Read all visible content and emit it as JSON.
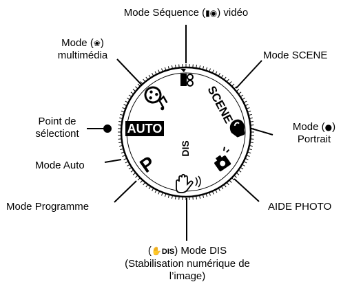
{
  "dial": {
    "modes": {
      "auto": "AUTO",
      "program": "P",
      "scene": "SCENE",
      "dis": "DIS"
    }
  },
  "labels": {
    "video": {
      "before": "Mode Séquence (",
      "after": ") vidéo"
    },
    "multimedia": {
      "line1_before": "Mode (",
      "line1_after": ")",
      "line2": "multimédia"
    },
    "scene": "Mode SCENE",
    "selection_point": {
      "line1": "Point de",
      "line2": "sélectiont"
    },
    "portrait": {
      "line1_before": "Mode (",
      "line1_after": ")",
      "line2": "Portrait"
    },
    "auto": "Mode Auto",
    "program": "Mode Programme",
    "photo_help": "AIDE PHOTO",
    "dis": {
      "line1_before": "(",
      "line1_icon_text": "DIS",
      "line1_after": ") Mode DIS",
      "line2": "(Stabilisation numérique de",
      "line3": "l’image)"
    }
  },
  "icons": {
    "video": "movie-camera-icon",
    "multimedia": "film-reel-music-icon",
    "portrait": "portrait-head-icon",
    "photo_help": "photo-help-camera-icon",
    "dis": "hand-shake-icon",
    "selection_point": "dot-marker-icon"
  },
  "colors": {
    "ink": "#000000",
    "background": "#ffffff"
  }
}
